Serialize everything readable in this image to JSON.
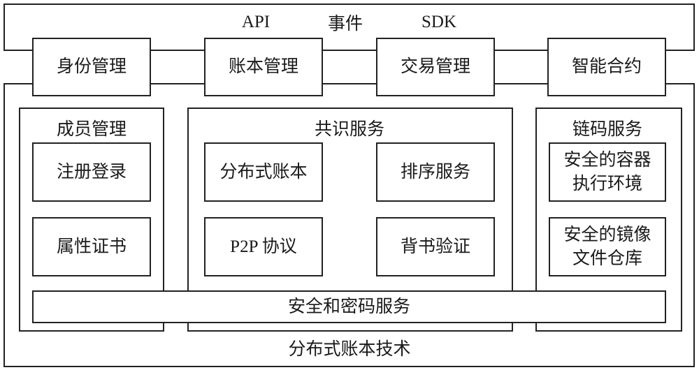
{
  "top_interface": {
    "labels": [
      "API",
      "事件",
      "SDK"
    ]
  },
  "top_modules": [
    "身份管理",
    "账本管理",
    "交易管理",
    "智能合约"
  ],
  "groups": {
    "membership": {
      "title": "成员管理",
      "items": [
        "注册登录",
        "属性证书"
      ]
    },
    "consensus": {
      "title": "共识服务",
      "items": [
        "分布式账本",
        "排序服务",
        "P2P 协议",
        "背书验证"
      ]
    },
    "chaincode": {
      "title": "链码服务",
      "items": [
        [
          "安全的容器",
          "执行环境"
        ],
        [
          "安全的镜像",
          "文件仓库"
        ]
      ]
    }
  },
  "security_bar": "安全和密码服务",
  "footer_label": "分布式账本技术"
}
